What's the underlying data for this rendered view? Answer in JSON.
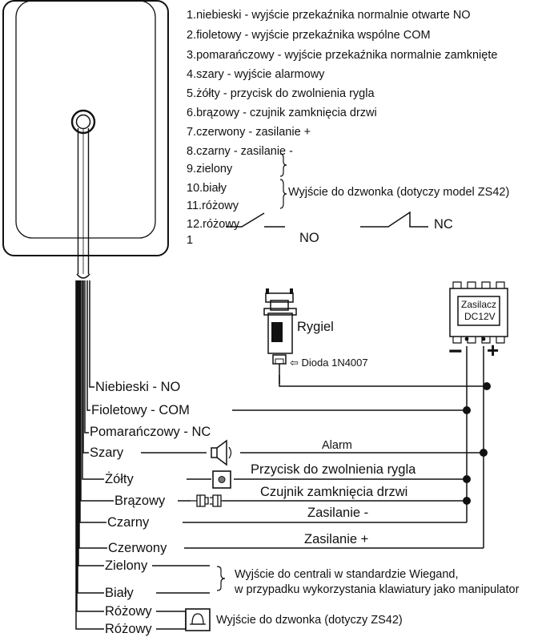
{
  "legend": [
    "1.niebieski - wyjście przekaźnika normalnie otwarte NO",
    "2.fioletowy - wyjście przekaźnika wspólne COM",
    "3.pomarańczowy - wyjście przekaźnika normalnie zamknięte",
    "4.szary - wyjście alarmowy",
    "5.żółty - przycisk do zwolnienia rygla",
    "6.brązowy - czujnik zamknięcia drzwi",
    "7.czerwony - zasilanie +",
    "8.czarny - zasilanie -",
    "9.zielony",
    "10.biały",
    "11.różowy",
    "12.różowy"
  ],
  "legend_bell_note": "Wyjście do dzwonka (dotyczy model ZS42)",
  "contact_symbols": {
    "index": "1",
    "no": "NO",
    "nc": "NC"
  },
  "power_supply": {
    "line1": "Zasilacz",
    "line2": "DC12V",
    "minus": "−",
    "plus": "+"
  },
  "lock": {
    "label": "Rygiel",
    "diode": "⇦ Dioda 1N4007"
  },
  "wires": {
    "niebieski": "Niebieski - NO",
    "fioletowy": "Fioletowy - COM",
    "pomaranczowy": "Pomarańczowy - NC",
    "szary": "Szary",
    "zolty": "Żółty",
    "brazowy": "Brązowy",
    "czarny": "Czarny",
    "czerwony": "Czerwony",
    "zielony": "Zielony",
    "bialy": "Biały",
    "rozowy1": "Różowy",
    "rozowy2": "Różowy"
  },
  "connections": {
    "alarm": "Alarm",
    "button": "Przycisk do zwolnienia rygla",
    "sensor": "Czujnik zamknięcia drzwi",
    "gnd": "Zasilanie -",
    "vcc": "Zasilanie +"
  },
  "wiegand_note": {
    "line1": "Wyjście do centrali w standardzie Wiegand,",
    "line2": "w przypadku wykorzystania klawiatury jako manipulator"
  },
  "bell_note": "Wyjście do dzwonka (dotyczy ZS42)"
}
